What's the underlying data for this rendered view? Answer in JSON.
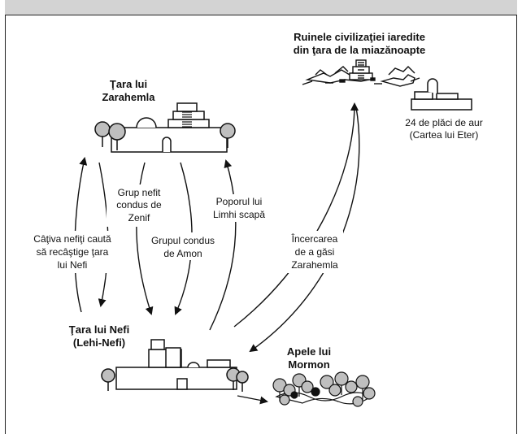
{
  "header": {
    "title": ""
  },
  "places": {
    "zarahemla": [
      "Ţara lui",
      "Zarahemla"
    ],
    "nefi": [
      "Ţara lui Nefi",
      "(Lehi-Nefi)"
    ],
    "ruins": [
      "Ruinele civilizaţiei iaredite",
      "din ţara de la miazănoapte"
    ],
    "mormon": [
      "Apele lui",
      "Mormon"
    ]
  },
  "notes": {
    "plates": [
      "24 de plăci de aur",
      "(Cartea lui Eter)"
    ]
  },
  "routes": {
    "zenif": [
      "Grup nefit",
      "condus de",
      "Zenif"
    ],
    "amon": [
      "Grupul condus",
      "de Amon"
    ],
    "limhi": [
      "Poporul lui",
      "Limhi scapă"
    ],
    "recapture": [
      "Câţiva nefiţi caută",
      "să recâştige ţara",
      "lui Nefi"
    ],
    "search": [
      "Încercarea",
      "de a găsi",
      "Zarahemla"
    ]
  },
  "colors": {
    "header_bg": "#d3d3d3",
    "stroke": "#111111",
    "stone": "#bfbfbf"
  }
}
